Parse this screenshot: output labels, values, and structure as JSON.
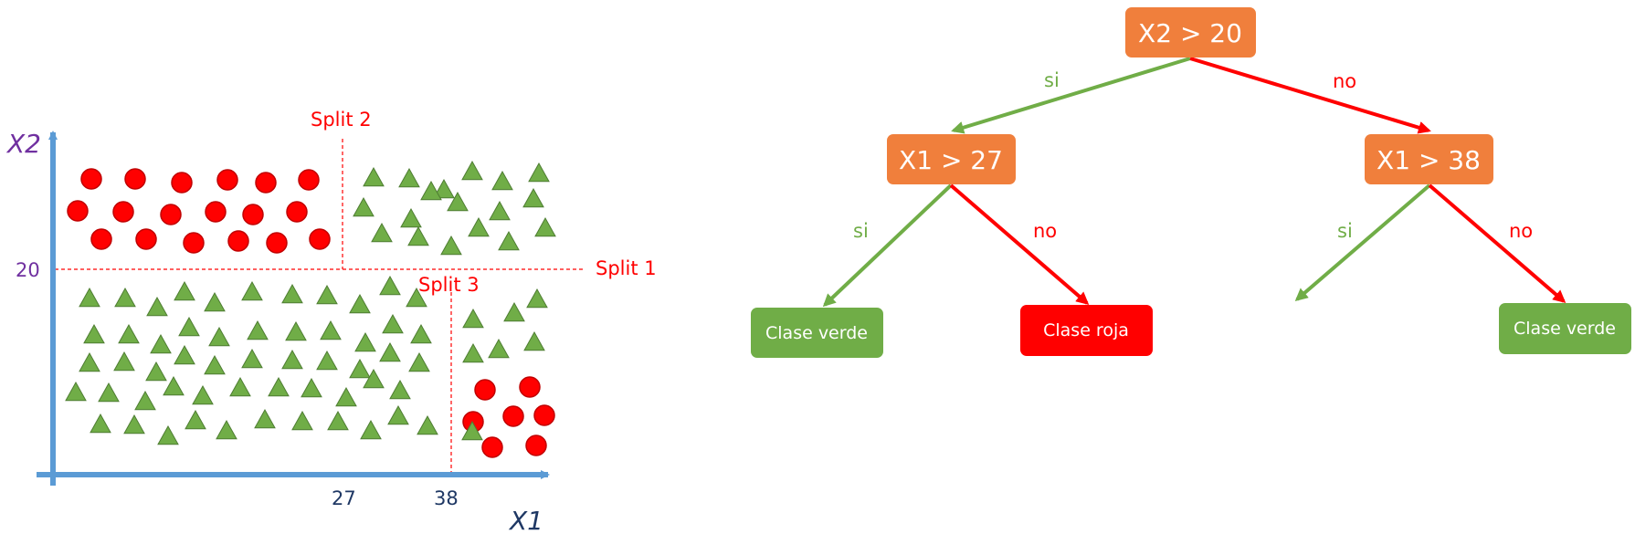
{
  "colors": {
    "axis": "#5B9BD5",
    "axis_label": "#7030A0",
    "tick_20": "#7030A0",
    "tick_x": "#1F3864",
    "split": "#FF0000",
    "circle_fill": "#FF0000",
    "circle_stroke": "#C00000",
    "triangle_fill": "#70AD47",
    "triangle_stroke": "#4E7D32",
    "node_fill": "#F07F3C",
    "green": "#70AD47",
    "red": "#FF0000"
  },
  "scatter": {
    "x_axis_label": "X1",
    "y_axis_label": "X2",
    "y_tick": "20",
    "x_ticks": [
      "27",
      "38"
    ],
    "split_labels": [
      "Split 1",
      "Split 2",
      "Split 3"
    ]
  },
  "tree": {
    "root": "X2 > 20",
    "left": "X1 > 27",
    "right": "X1 > 38",
    "leaf_left_left": "Clase verde",
    "leaf_left_right": "Clase roja",
    "leaf_right_right": "Clase verde",
    "yes_label": "si",
    "no_label": "no"
  }
}
